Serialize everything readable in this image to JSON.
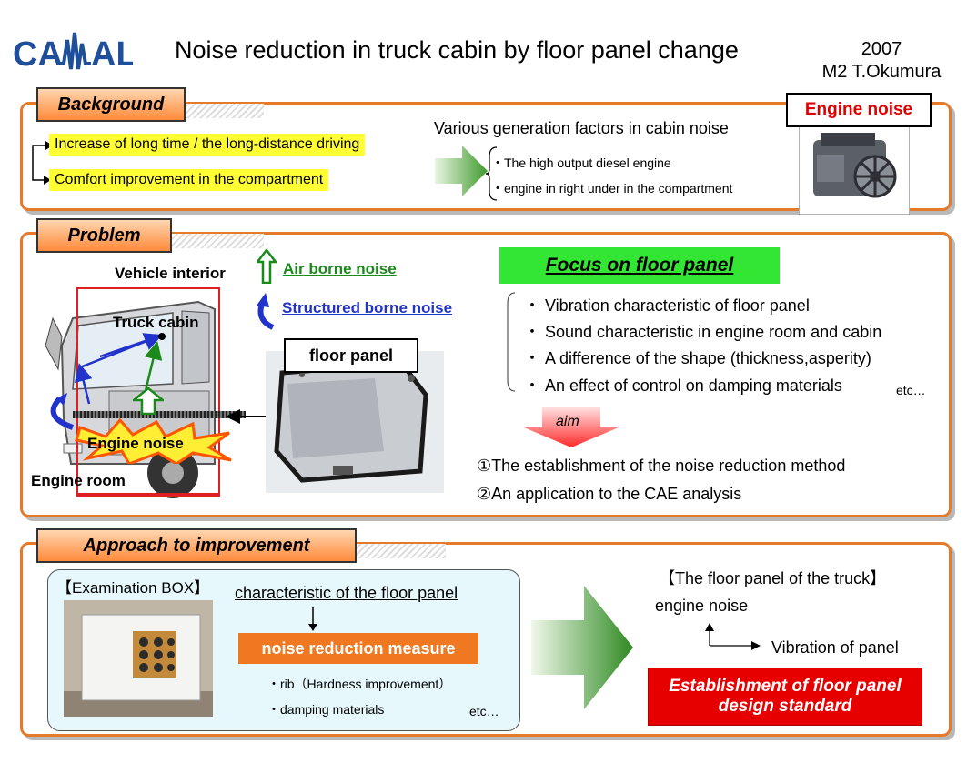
{
  "header": {
    "logo_text": "CAMAL",
    "title": "Noise reduction in truck cabin by floor panel change",
    "year": "2007",
    "author": "M2 T.Okumura"
  },
  "background": {
    "tab": "Background",
    "bullet1": "Increase of long time / the long-distance driving",
    "bullet2": "Comfort improvement in the compartment",
    "factors_title": "Various generation factors in cabin noise",
    "factor1": "・The high output diesel engine",
    "factor2": "・engine in right under in the compartment",
    "engine_label": "Engine noise"
  },
  "problem": {
    "tab": "Problem",
    "vehicle_interior": "Vehicle interior",
    "air_borne": "Air borne noise",
    "structured_borne": "Structured borne noise",
    "truck_cabin": "Truck cabin",
    "engine_noise": "Engine noise",
    "engine_room": "Engine room",
    "floor_panel": "floor panel",
    "focus": "Focus on floor panel",
    "items": [
      "・ Vibration characteristic of floor panel",
      "・ Sound characteristic in engine room and cabin",
      "・ A difference of the shape (thickness,asperity)",
      "・ An effect of control on damping materials"
    ],
    "etc": "etc…",
    "aim": "aim",
    "goal1": "①The establishment of the noise reduction method",
    "goal2": "②An application to the CAE analysis"
  },
  "approach": {
    "tab": "Approach to  improvement",
    "box_title": "【Examination BOX】",
    "characteristic": "characteristic of the floor panel",
    "measure": "noise reduction measure",
    "rib": "・rib（Hardness improvement）",
    "damping": "・damping materials",
    "etc": "etc…",
    "truck_panel": "【The floor panel of the truck】",
    "engine_noise": "engine noise",
    "vibration": "Vibration of panel",
    "establish1": "Establishment of floor panel",
    "establish2": "design standard"
  },
  "colors": {
    "orange_border": "#e57a2a",
    "highlight_yellow": "#ffff33",
    "focus_green": "#33e633",
    "measure_orange": "#f07820",
    "establish_red": "#e60000",
    "air_green": "#1a8a1a",
    "structure_blue": "#2233cc"
  }
}
